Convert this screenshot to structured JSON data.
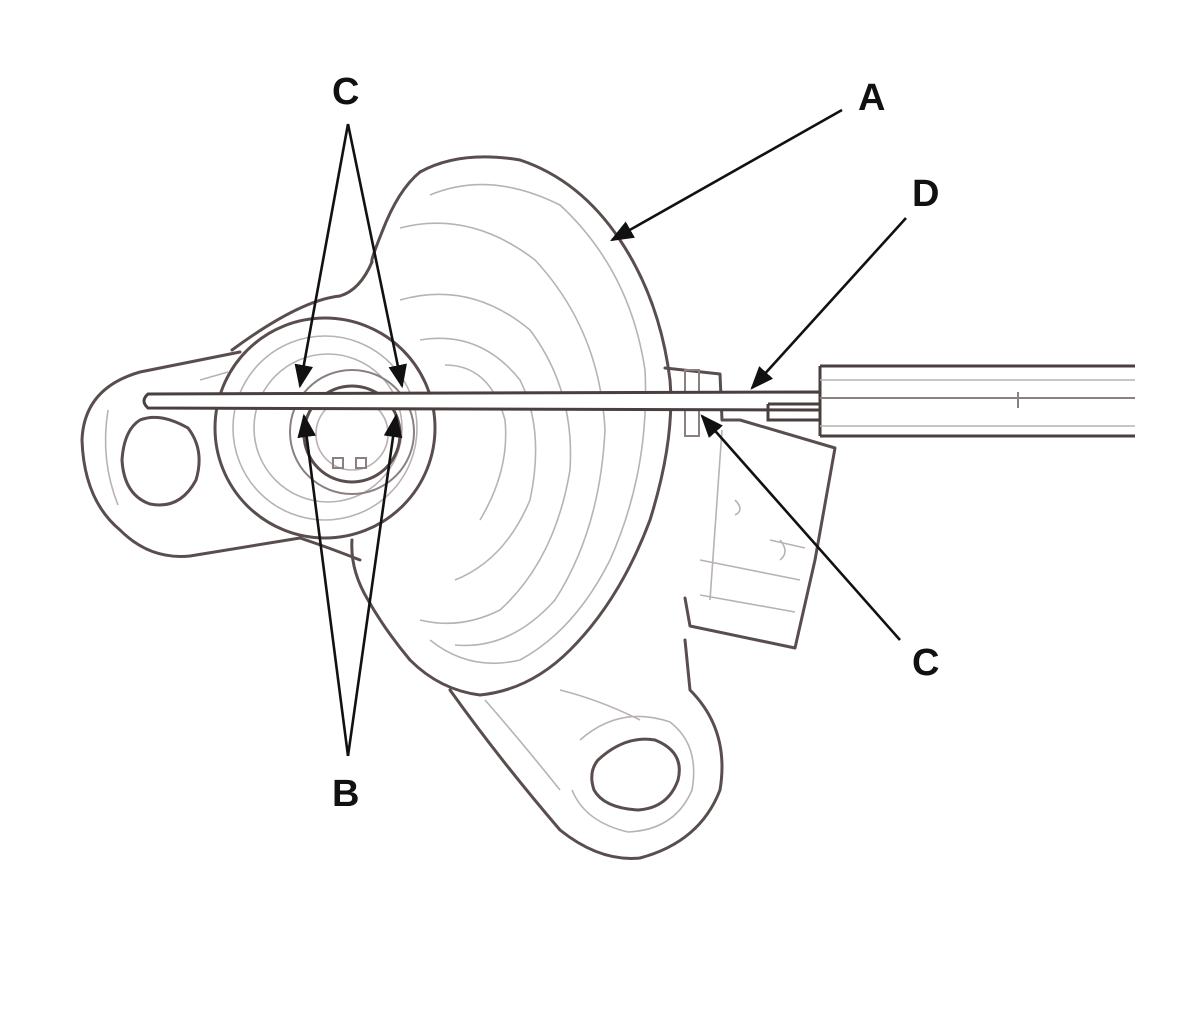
{
  "figure": {
    "labels": {
      "a_part": "A",
      "b_contact": "B",
      "c_top": "C",
      "c_side": "C",
      "d_tool": "D"
    },
    "colors": {
      "outline": "#5a4d4d",
      "detail": "#b9b2b2",
      "leader": "#111111",
      "background": "#ffffff"
    }
  }
}
